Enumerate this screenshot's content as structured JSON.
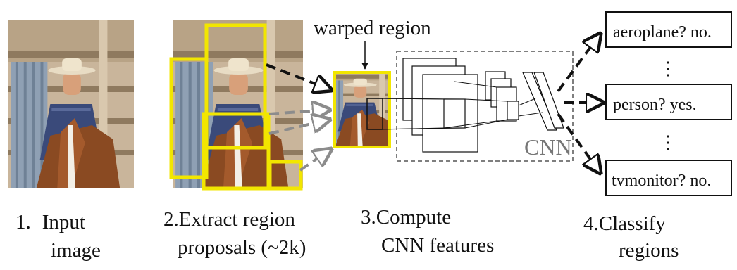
{
  "header": {
    "warped_label": "warped region"
  },
  "steps": [
    {
      "num": "1.",
      "lines": [
        "Input",
        "image"
      ]
    },
    {
      "num": "2.",
      "lines": [
        "Extract region",
        "proposals (~2k)"
      ]
    },
    {
      "num": "3.",
      "lines": [
        "Compute",
        "CNN features"
      ]
    },
    {
      "num": "4.",
      "lines": [
        "Classify",
        "regions"
      ]
    }
  ],
  "cnn_label": "CNN",
  "classes": [
    {
      "text": "aeroplane? no."
    },
    {
      "text": "person? yes."
    },
    {
      "text": "tvmonitor? no."
    }
  ],
  "colors": {
    "proposal_box": "#f2e600",
    "arrow_dark": "#111111",
    "arrow_gray": "#8c8c8c",
    "photo_sky": "#c8b49a",
    "shirt": "#3a4a7a",
    "horse": "#8a4a22"
  }
}
